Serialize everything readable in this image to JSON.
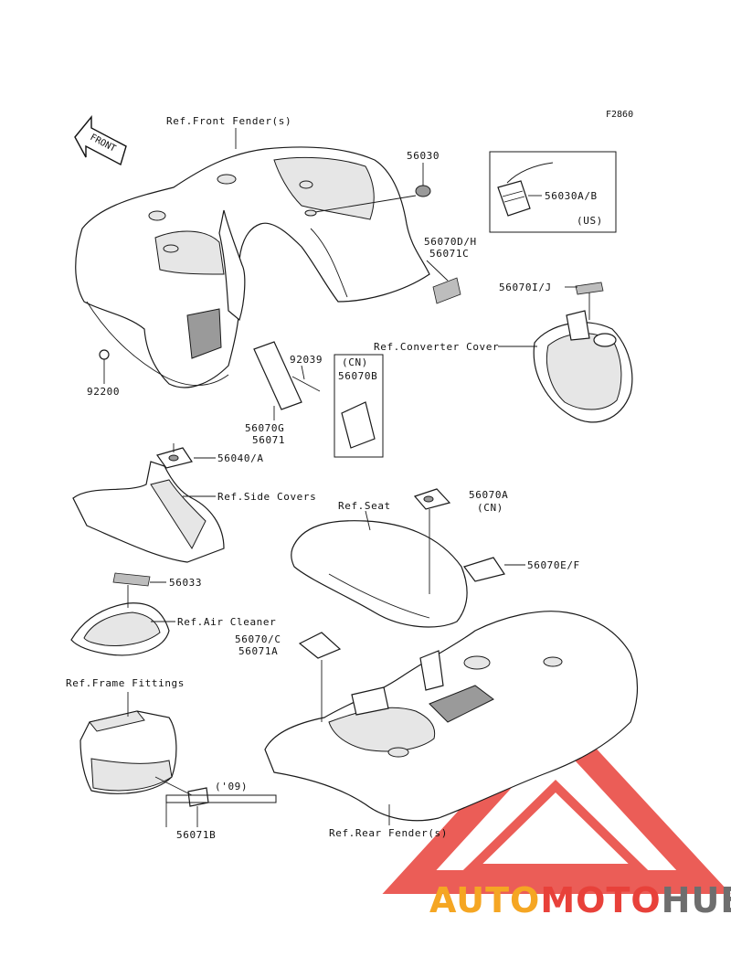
{
  "figure_code": "F2860",
  "front_arrow": "FRONT",
  "labels": {
    "ref_front_fender": "Ref.Front Fender(s)",
    "p56030": "56030",
    "p56030ab": "56030A/B",
    "us": "(US)",
    "p56070dh": "56070D/H",
    "p56071c": "56071C",
    "p56070ij": "56070I/J",
    "ref_converter_cover": "Ref.Converter Cover",
    "p92039": "92039",
    "cn1": "(CN)",
    "p56070b": "56070B",
    "p92200": "92200",
    "p56070g": "56070G",
    "p56071": "56071",
    "p56040a": "56040/A",
    "ref_side_covers": "Ref.Side Covers",
    "ref_seat": "Ref.Seat",
    "p56070a": "56070A",
    "cn2": "(CN)",
    "p56070ef": "56070E/F",
    "p56033": "56033",
    "ref_air_cleaner": "Ref.Air Cleaner",
    "p56070c": "56070/C",
    "p56071a": "56071A",
    "ref_frame_fittings": "Ref.Frame Fittings",
    "y09": "('09)",
    "p56071b": "56071B",
    "ref_rear_fender": "Ref.Rear Fender(s)"
  },
  "watermark": {
    "part1": "AUTO",
    "part2": "MOTO",
    "part3": "HUB",
    "colors": {
      "orange": "#f5a623",
      "red": "#e8413a",
      "gray": "#6e6e6e"
    }
  }
}
